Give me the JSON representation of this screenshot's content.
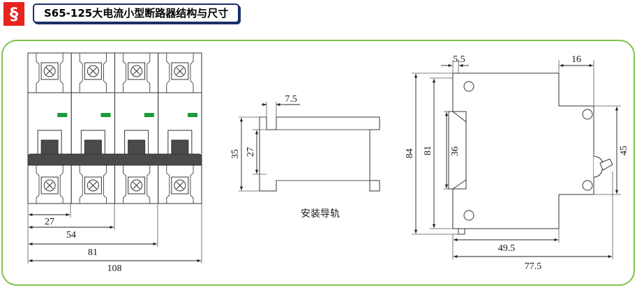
{
  "header": {
    "section_symbol": "§",
    "title": "S65-125大电流小型断路器结构与尺寸"
  },
  "colors": {
    "accent_red": "#e8231f",
    "title_border": "#1b2f67",
    "panel_border": "#7dc34a",
    "indicator_green": "#1a9b3c"
  },
  "front_view": {
    "poles": 4,
    "dimensions": {
      "d1": "27",
      "d2": "54",
      "d3": "81",
      "d4": "108"
    }
  },
  "rail": {
    "caption": "安装导轨",
    "dimensions": {
      "lip": "7.5",
      "outer": "35",
      "inner": "27"
    }
  },
  "side_view": {
    "dimensions": {
      "top_left": "5.5",
      "top_right": "16",
      "h1": "84",
      "h2": "81",
      "h3": "36",
      "h4": "45",
      "w1": "49.5",
      "w2": "77.5"
    }
  }
}
